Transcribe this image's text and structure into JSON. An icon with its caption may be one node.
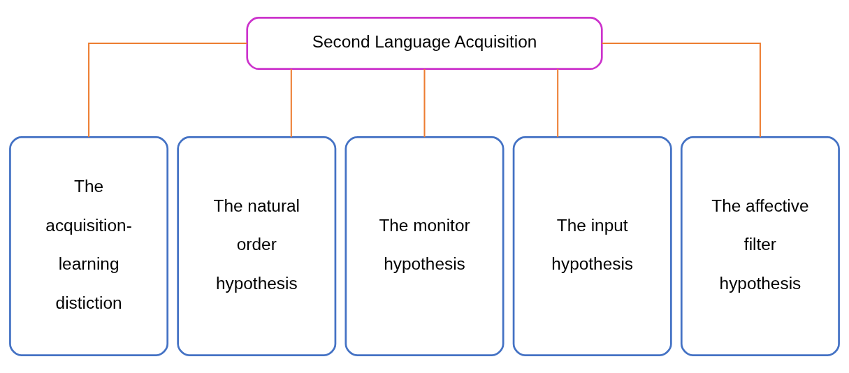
{
  "diagram": {
    "nodes": [
      {
        "text": [
          "Second Language Acquisition"
        ]
      },
      {
        "text": [
          "The acquisition-learning distiction"
        ]
      },
      {
        "text": [
          "The natural order hypothesis"
        ]
      },
      {
        "text": [
          "The monitor hypothesis"
        ]
      },
      {
        "text": [
          "The input hypothesis"
        ]
      },
      {
        "text": [
          "The affective filter hypothesis"
        ]
      }
    ],
    "edges": [
      {
        "from": 0,
        "to": 1,
        "arrow": "none"
      },
      {
        "from": 0,
        "to": 2,
        "arrow": "none"
      },
      {
        "from": 0,
        "to": 3,
        "arrow": "none"
      },
      {
        "from": 0,
        "to": 4,
        "arrow": "none"
      },
      {
        "from": 0,
        "to": 5,
        "arrow": "none"
      }
    ]
  }
}
